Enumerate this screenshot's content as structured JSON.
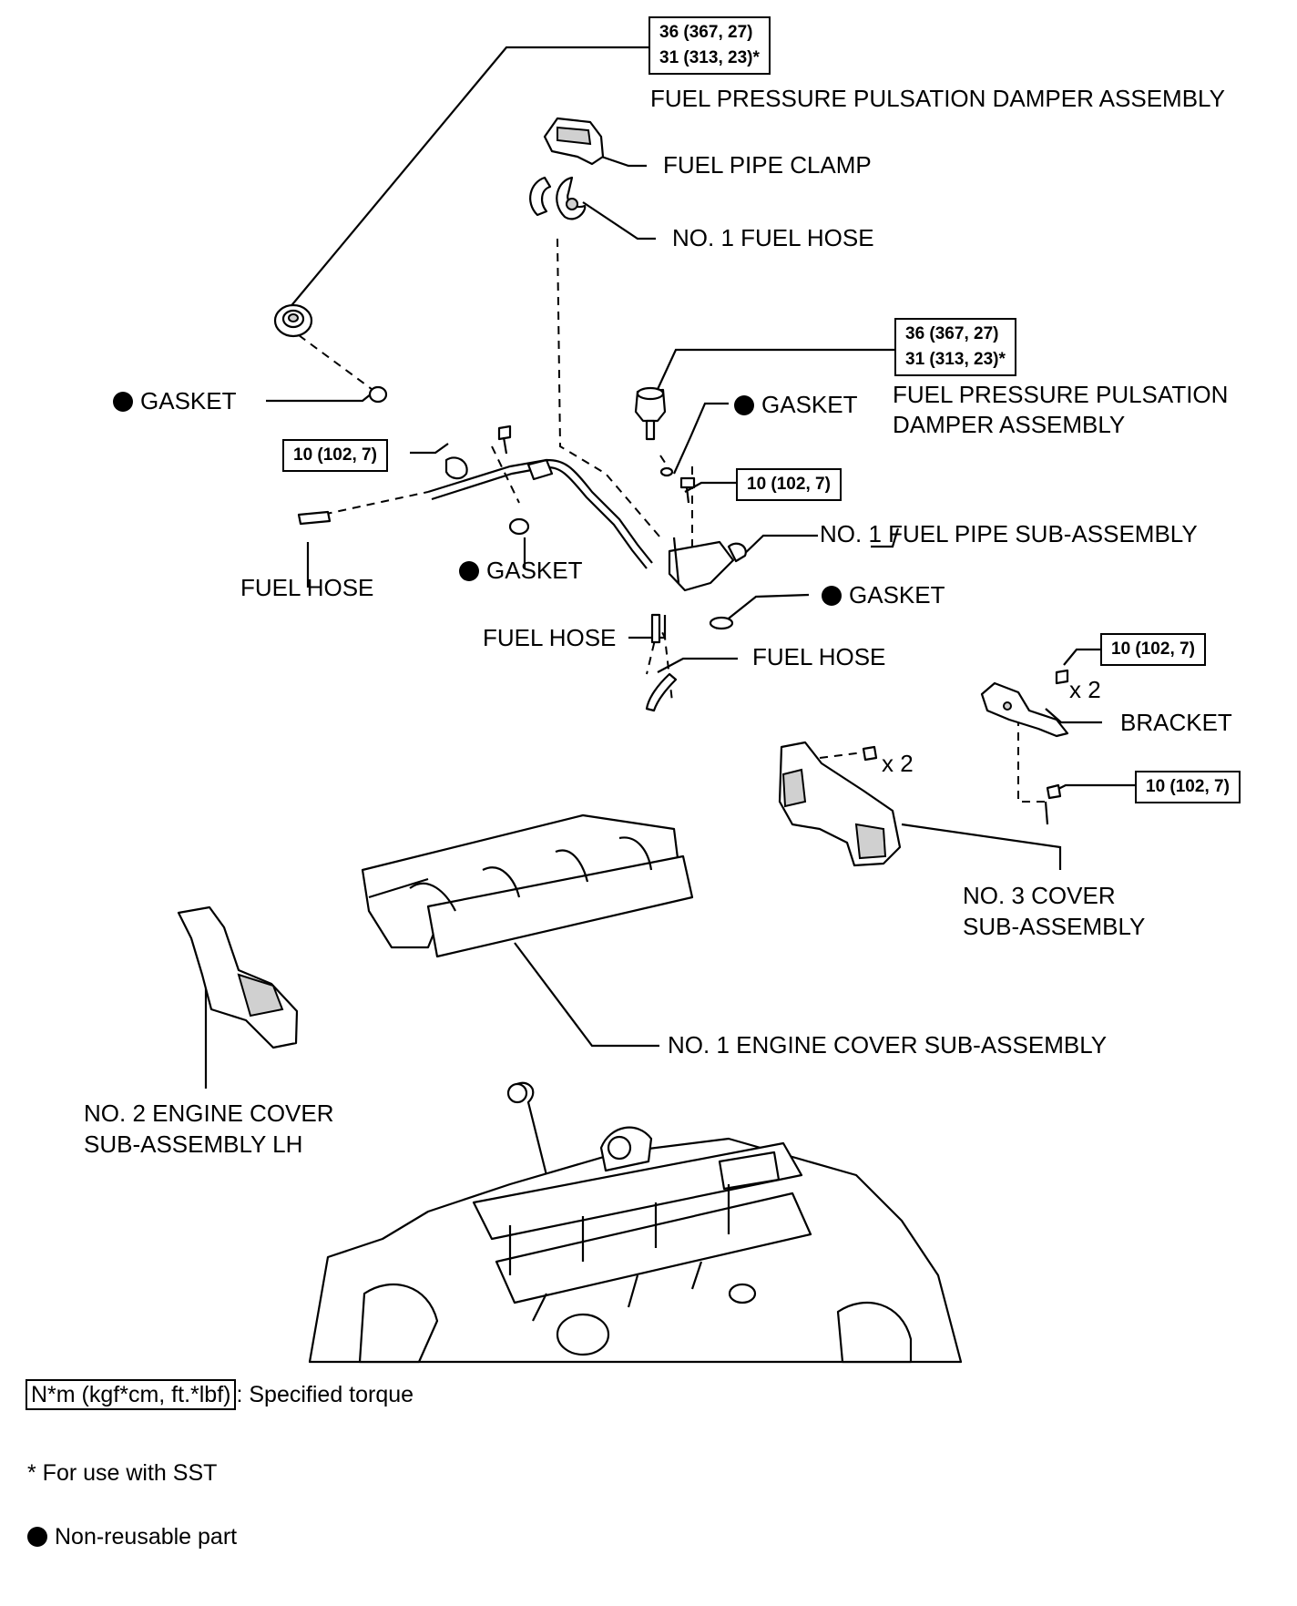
{
  "torque_specs": {
    "damper_top_line1": "36 (367, 27)",
    "damper_top_line2": "31 (313, 23)*",
    "damper_right_line1": "36 (367, 27)",
    "damper_right_line2": "31 (313, 23)*",
    "pipe_left": "10 (102, 7)",
    "pipe_center": "10 (102, 7)",
    "bracket_top": "10 (102, 7)",
    "bracket_bottom": "10 (102, 7)"
  },
  "labels": {
    "damper_top": "FUEL PRESSURE PULSATION DAMPER ASSEMBLY",
    "fuel_pipe_clamp": "FUEL PIPE CLAMP",
    "no1_fuel_hose": "NO. 1 FUEL HOSE",
    "damper_right_line1": "FUEL PRESSURE PULSATION",
    "damper_right_line2": "DAMPER ASSEMBLY",
    "gasket_left": "GASKET",
    "gasket_right_top": "GASKET",
    "gasket_center": "GASKET",
    "gasket_right_bottom": "GASKET",
    "no1_fuel_pipe": "NO. 1 FUEL PIPE SUB-ASSEMBLY",
    "fuel_hose_left": "FUEL HOSE",
    "fuel_hose_center": "FUEL HOSE",
    "fuel_hose_right": "FUEL HOSE",
    "bracket": "BRACKET",
    "bracket_qty": "x 2",
    "cover3_qty": "x 2",
    "no3_cover_line1": "NO. 3 COVER",
    "no3_cover_line2": "SUB-ASSEMBLY",
    "no1_engine_cover": "NO. 1 ENGINE COVER SUB-ASSEMBLY",
    "no2_engine_cover_line1": "NO. 2 ENGINE COVER",
    "no2_engine_cover_line2": "SUB-ASSEMBLY LH"
  },
  "legend": {
    "torque_unit": "N*m (kgf*cm, ft.*lbf)",
    "torque_desc": ": Specified torque",
    "sst_note": "* For use with SST",
    "non_reusable": "Non-reusable part"
  }
}
